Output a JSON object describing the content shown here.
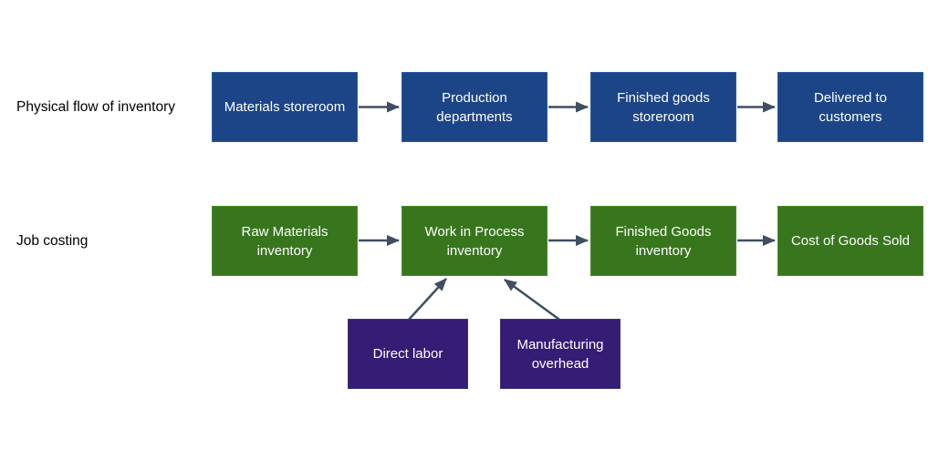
{
  "diagram": {
    "rows": [
      {
        "label": "Physical flow of inventory",
        "boxes": [
          {
            "label": "Materials storeroom"
          },
          {
            "label": "Production departments"
          },
          {
            "label": "Finished goods storeroom"
          },
          {
            "label": "Delivered to customers"
          }
        ]
      },
      {
        "label": "Job costing",
        "boxes": [
          {
            "label": "Raw Materials inventory"
          },
          {
            "label": "Work in Process inventory"
          },
          {
            "label": "Finished Goods inventory"
          },
          {
            "label": "Cost of Goods Sold"
          }
        ]
      }
    ],
    "cost_inputs": [
      {
        "label": "Direct labor"
      },
      {
        "label": "Manufacturing overhead"
      }
    ],
    "colors": {
      "physical_flow_box": "#1C4587",
      "job_costing_box": "#38761D",
      "cost_input_box": "#351C75",
      "arrow": "#3F4E63",
      "box_text": "#FFFFFF",
      "row_label_text": "#000000",
      "background": "#FFFFFF"
    }
  }
}
